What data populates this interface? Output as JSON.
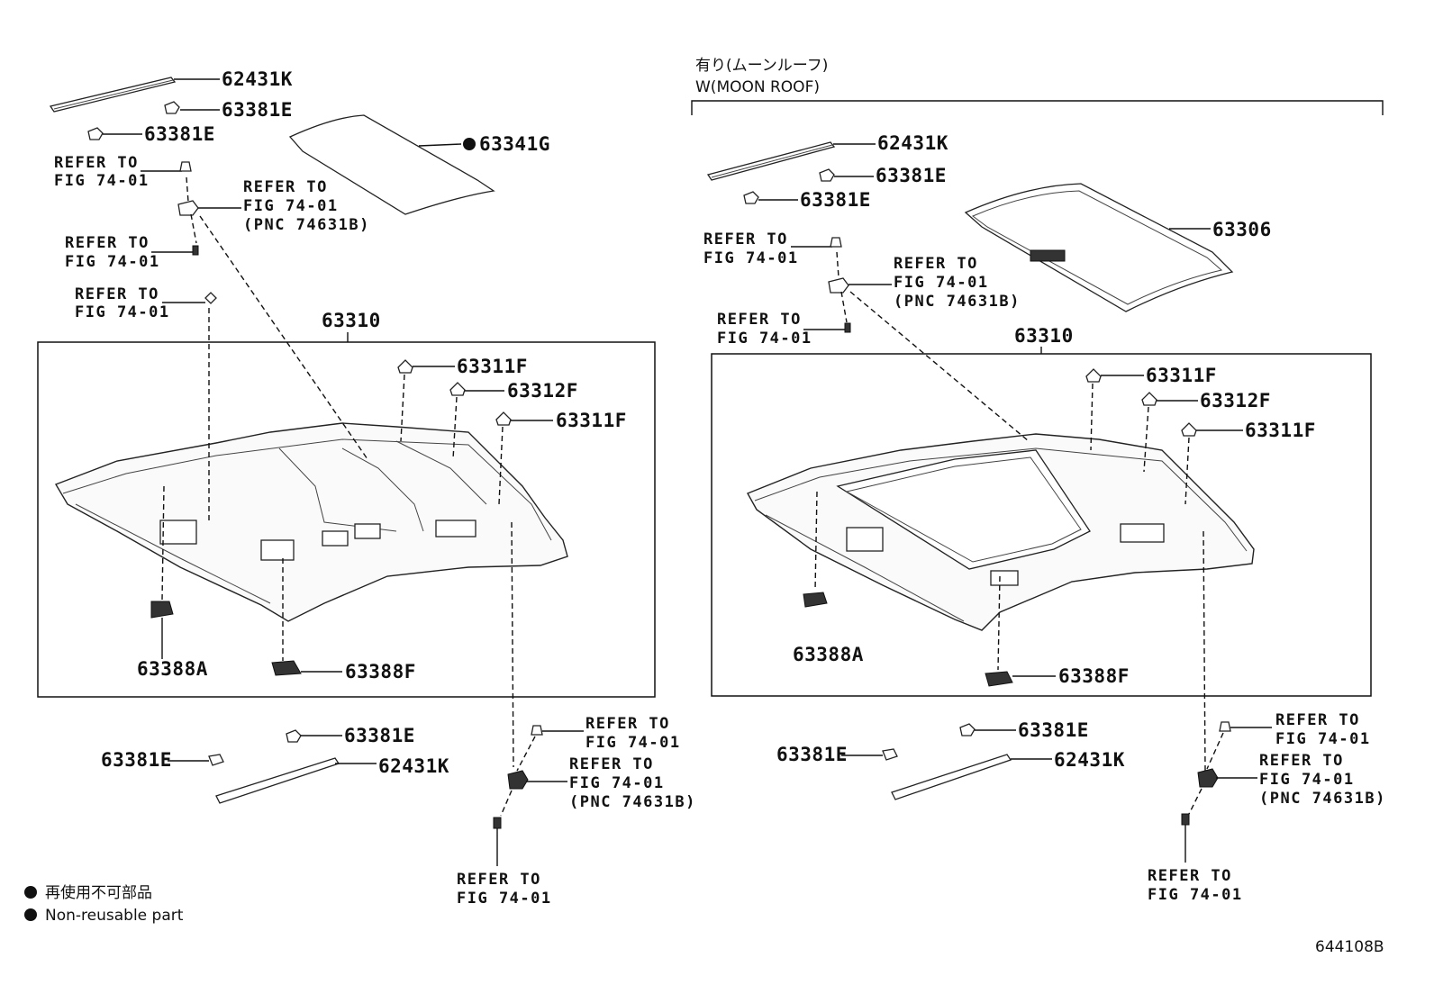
{
  "left_group": {
    "callouts": {
      "p62431k_top": "62431K",
      "p63381e_a": "63381E",
      "p63381e_b": "63381E",
      "p63341g": "63341G",
      "p63310": "63310",
      "p63311f_a": "63311F",
      "p63312f": "63312F",
      "p63311f_b": "63311F",
      "p63388a": "63388A",
      "p63388f": "63388F",
      "p63381e_c": "63381E",
      "p63381e_d": "63381E",
      "p62431k_bottom": "62431K"
    },
    "refer_to": {
      "r1": [
        "REFER TO",
        "FIG 74-01"
      ],
      "r2": [
        "REFER TO",
        "FIG 74-01",
        "(PNC 74631B)"
      ],
      "r3": [
        "REFER TO",
        "FIG 74-01"
      ],
      "r4": [
        "REFER TO",
        "FIG 74-01"
      ],
      "r5": [
        "REFER TO",
        "FIG 74-01"
      ],
      "r6": [
        "REFER TO",
        "FIG 74-01",
        "(PNC 74631B)"
      ],
      "r7": [
        "REFER TO",
        "FIG 74-01"
      ]
    }
  },
  "right_group": {
    "heading_jp": "有り(ムーンルーフ)",
    "heading_en": "W(MOON ROOF)",
    "callouts": {
      "p62431k_top": "62431K",
      "p63381e_a": "63381E",
      "p63381e_b": "63381E",
      "p63306": "63306",
      "p63310": "63310",
      "p63311f_a": "63311F",
      "p63312f": "63312F",
      "p63311f_b": "63311F",
      "p63388a": "63388A",
      "p63388f": "63388F",
      "p63381e_c": "63381E",
      "p63381e_d": "63381E",
      "p62431k_bottom": "62431K"
    },
    "refer_to": {
      "r1": [
        "REFER TO",
        "FIG 74-01"
      ],
      "r2": [
        "REFER TO",
        "FIG 74-01",
        "(PNC 74631B)"
      ],
      "r3": [
        "REFER TO",
        "FIG 74-01"
      ],
      "r4": [
        "REFER TO",
        "FIG 74-01"
      ],
      "r5": [
        "REFER TO",
        "FIG 74-01",
        "(PNC 74631B)"
      ],
      "r6": [
        "REFER TO",
        "FIG 74-01"
      ]
    }
  },
  "legend": {
    "jp": "再使用不可部品",
    "en": "Non-reusable part"
  },
  "figure_id": "644108B"
}
